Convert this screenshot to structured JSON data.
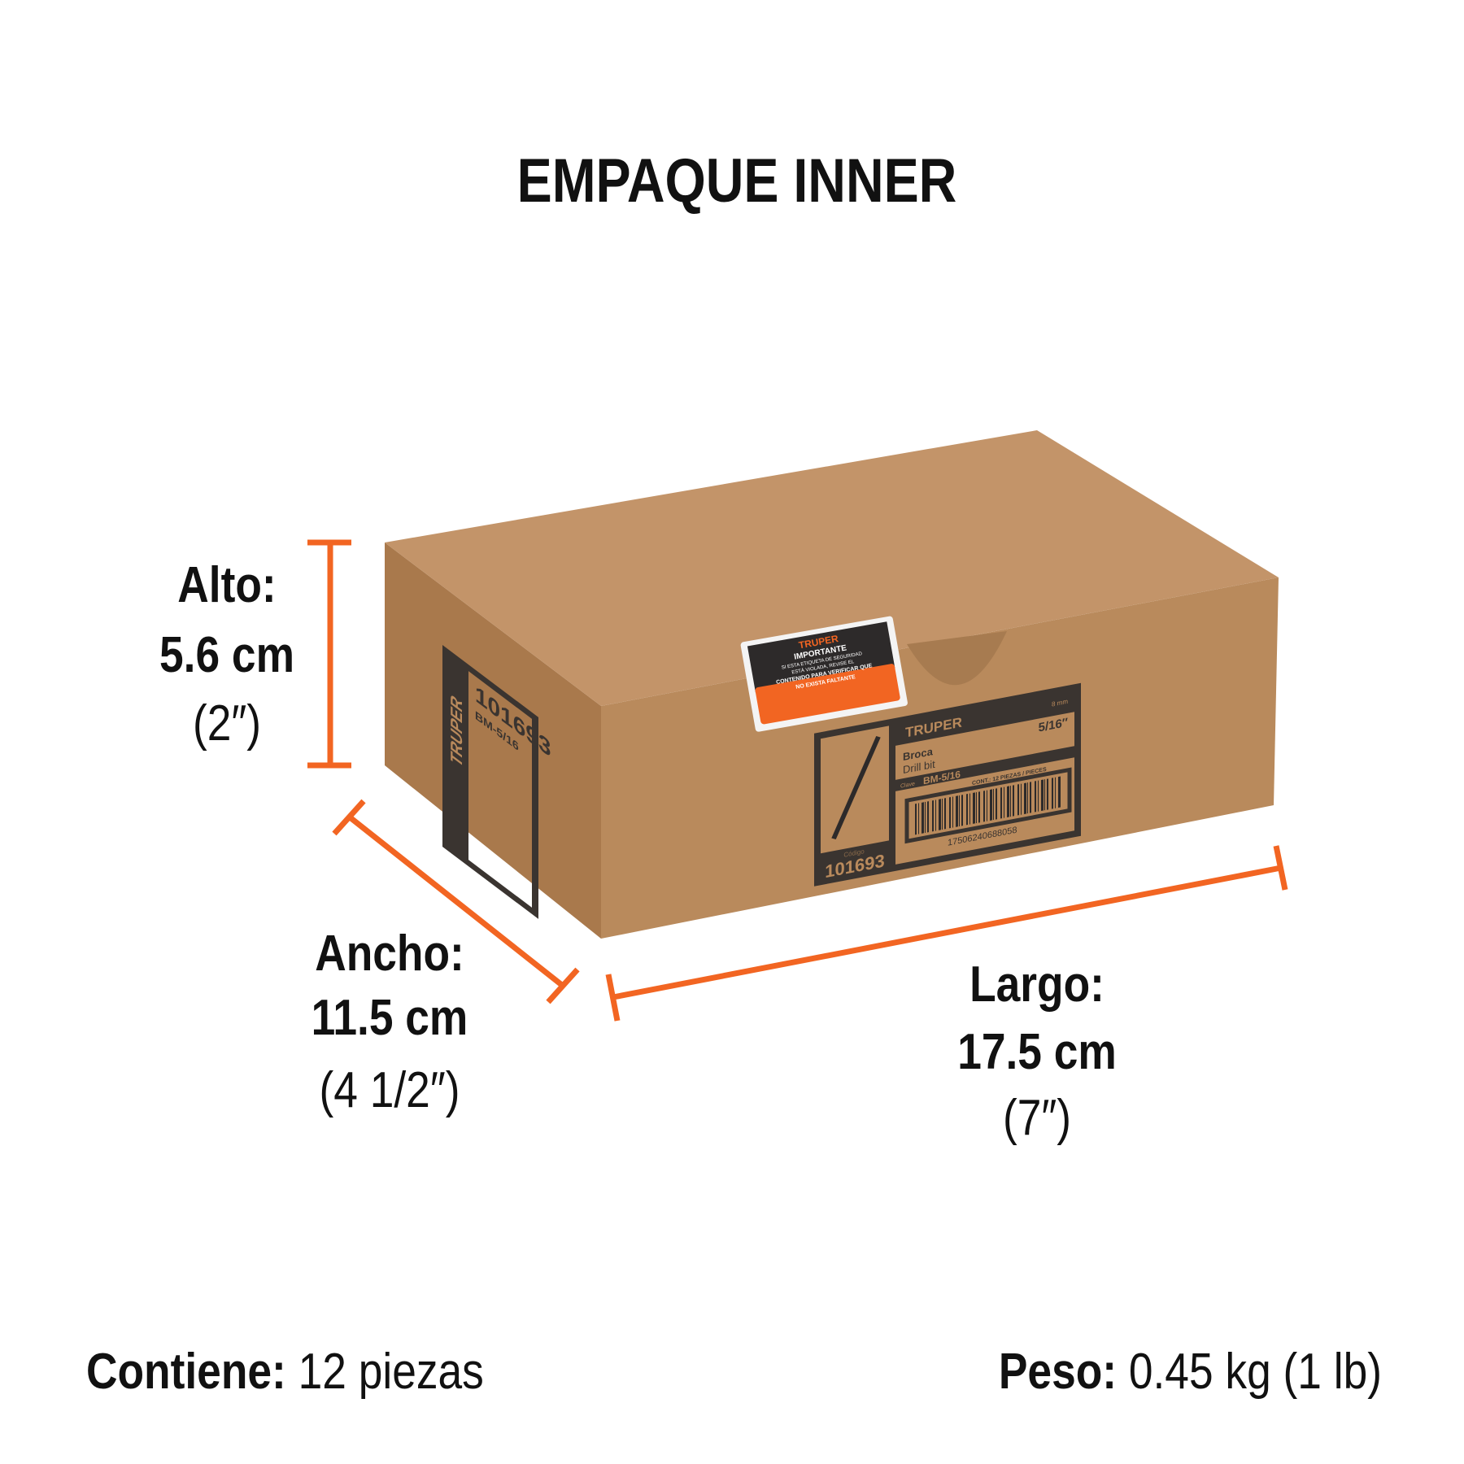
{
  "title": "EMPAQUE INNER",
  "dimensions": {
    "alto": {
      "label": "Alto:",
      "metric": "5.6 cm",
      "imperial": "(2″)"
    },
    "ancho": {
      "label": "Ancho:",
      "metric": "11.5 cm",
      "imperial": "(4 1/2″)"
    },
    "largo": {
      "label": "Largo:",
      "metric": "17.5 cm",
      "imperial": "(7″)"
    }
  },
  "footer": {
    "contents_label": "Contiene:",
    "contents_value": "12 piezas",
    "weight_label": "Peso:",
    "weight_value": "0.45 kg (1 lb)"
  },
  "box_label": {
    "brand": "TRUPER",
    "product_es": "Broca",
    "product_en": "Drill bit",
    "size_mm": "8 mm",
    "size_in": "5/16″",
    "clave_label": "Clave",
    "clave": "BM-5/16",
    "cont": "CONT.: 12 PIEZAS / PIECES",
    "barcode": "17506240688058",
    "codigo_label": "Código",
    "codigo": "101693"
  },
  "side_label": {
    "brand": "TRUPER",
    "codigo": "101693",
    "clave": "BM-5/16"
  },
  "seal": {
    "brand": "TRUPER",
    "heading": "IMPORTANTE",
    "line1": "SI ESTA ETIQUETA DE SEGURIDAD",
    "line2": "ESTÁ VIOLADA, REVISE EL",
    "line3": "CONTENIDO PARA VERIFICAR QUE",
    "line4": "NO EXISTA FALTANTE"
  },
  "colors": {
    "accent": "#f26522",
    "cardboard": "#b98a5c",
    "ink": "#3a3430"
  }
}
